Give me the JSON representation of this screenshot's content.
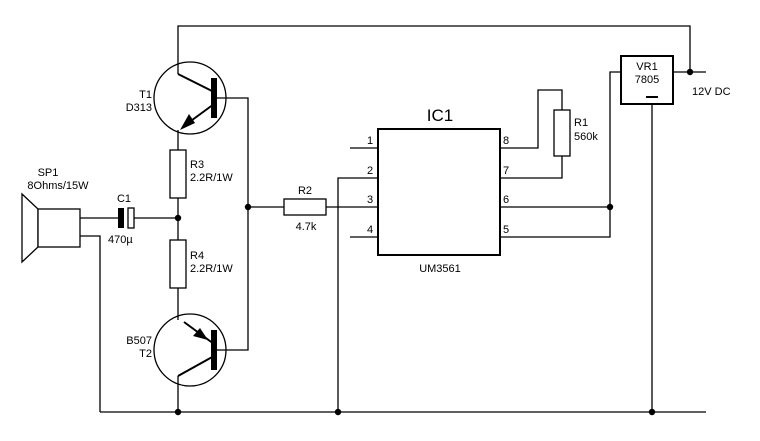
{
  "components": {
    "t1": {
      "ref": "T1",
      "part": "D313"
    },
    "t2": {
      "ref": "T2",
      "part": "B507"
    },
    "r3": {
      "ref": "R3",
      "value": "2.2R/1W"
    },
    "r4": {
      "ref": "R4",
      "value": "2.2R/1W"
    },
    "sp1": {
      "ref": "SP1",
      "value": "8Ohms/15W"
    },
    "c1": {
      "ref": "C1",
      "value": "470µ"
    },
    "r2": {
      "ref": "R2",
      "value": "4.7k"
    },
    "r1": {
      "ref": "R1",
      "value": "560k"
    },
    "ic1": {
      "ref": "IC1",
      "part": "UM3561",
      "pins": [
        "1",
        "2",
        "3",
        "4",
        "5",
        "6",
        "7",
        "8"
      ]
    },
    "vr1": {
      "ref": "VR1",
      "part": "7805"
    }
  },
  "supply": {
    "label": "12V DC"
  }
}
